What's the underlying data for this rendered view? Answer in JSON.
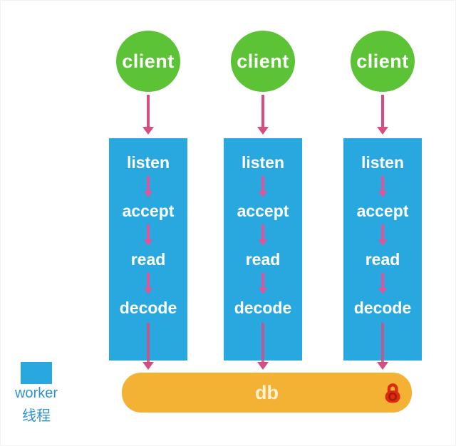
{
  "diagram": {
    "title_hint": "multi worker-thread server flow diagram",
    "columns": [
      {
        "client_label": "client",
        "steps": [
          "listen",
          "accept",
          "read",
          "decode"
        ]
      },
      {
        "client_label": "client",
        "steps": [
          "listen",
          "accept",
          "read",
          "decode"
        ]
      },
      {
        "client_label": "client",
        "steps": [
          "listen",
          "accept",
          "read",
          "decode"
        ]
      }
    ],
    "db": {
      "label": "db"
    },
    "legend": {
      "line1": "worker",
      "line2": "线程"
    },
    "icons": {
      "lock": "lock-icon",
      "flow_arrows": "arrow-down-icon"
    },
    "colors": {
      "client_circle": "#5dc336",
      "worker_box": "#29a8e0",
      "arrow": "#d44e82",
      "db_bar": "#f3b233",
      "db_text": "#fbf2d7",
      "lock_red": "#df2a12",
      "legend_text": "#2e93cc",
      "background": "#ffffff"
    }
  }
}
